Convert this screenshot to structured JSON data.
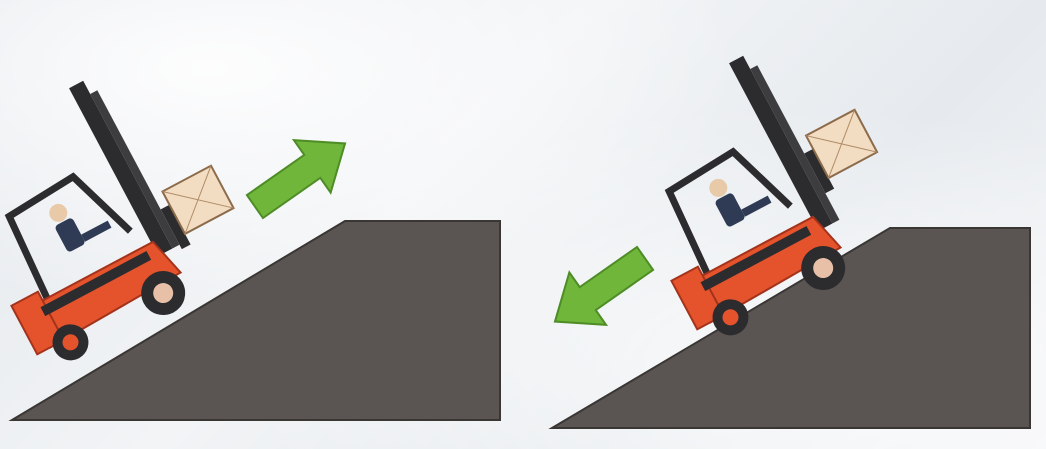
{
  "illustration": {
    "subject": "forklift-on-ramp",
    "panels": [
      {
        "id": "left",
        "arrow_direction": "up-right",
        "load_position": "front-facing-uphill"
      },
      {
        "id": "right",
        "arrow_direction": "down-left",
        "load_position": "front-facing-uphill"
      }
    ]
  },
  "colors": {
    "ramp": "#5a5553",
    "arrow": "#6fb63a",
    "forklift_body": "#e5532d",
    "forklift_dark": "#2c2c2e",
    "load_box": "#f2dcc2"
  }
}
